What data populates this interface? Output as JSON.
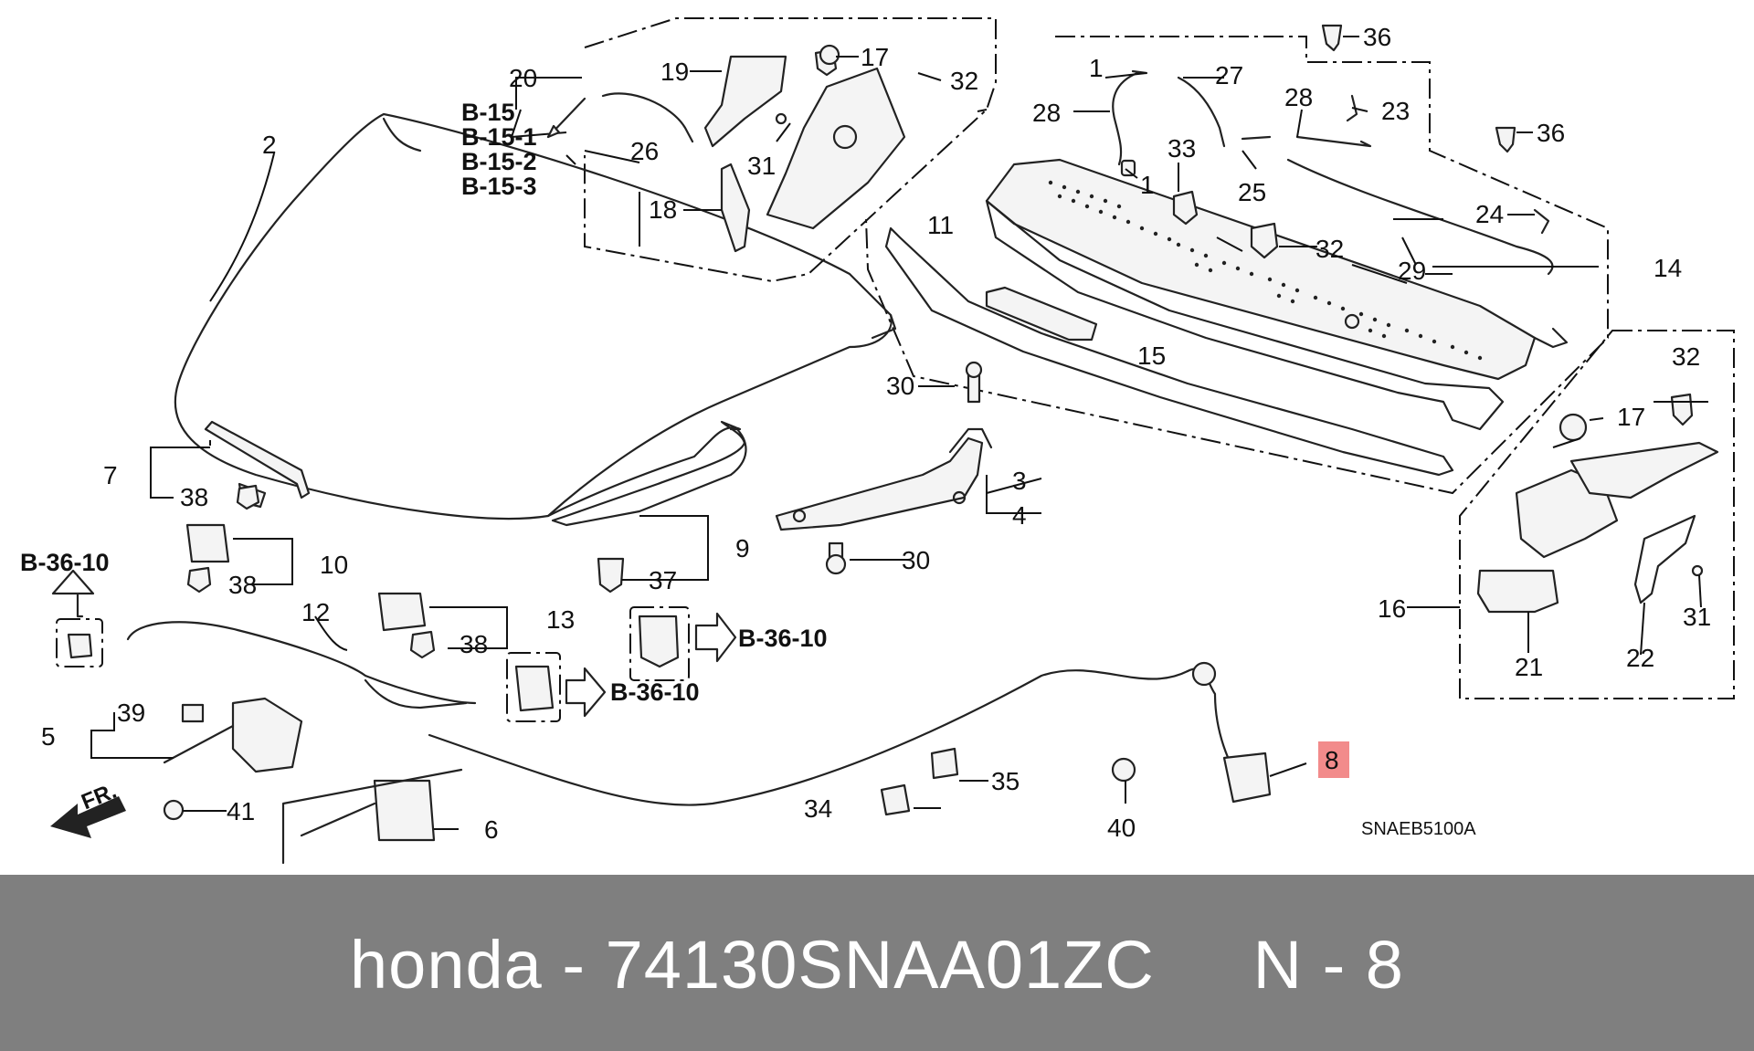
{
  "diagram": {
    "reference_labels": {
      "b15_group": [
        "B-15",
        "B-15-1",
        "B-15-2",
        "B-15-3"
      ],
      "b36_10": "B-36-10"
    },
    "part_numbers": {
      "n1a": "1",
      "n1b": "1",
      "n2": "2",
      "n3": "3",
      "n4": "4",
      "n5": "5",
      "n6": "6",
      "n7": "7",
      "n8": "8",
      "n9": "9",
      "n10": "10",
      "n11": "11",
      "n12": "12",
      "n13": "13",
      "n14": "14",
      "n15": "15",
      "n16": "16",
      "n17a": "17",
      "n17b": "17",
      "n18": "18",
      "n19": "19",
      "n20": "20",
      "n21": "21",
      "n22": "22",
      "n23": "23",
      "n24": "24",
      "n25": "25",
      "n26": "26",
      "n27": "27",
      "n28a": "28",
      "n28b": "28",
      "n29": "29",
      "n30a": "30",
      "n30b": "30",
      "n31a": "31",
      "n31b": "31",
      "n32a": "32",
      "n32b": "32",
      "n32c": "32",
      "n33": "33",
      "n34": "34",
      "n35": "35",
      "n36a": "36",
      "n36b": "36",
      "n37": "37",
      "n38a": "38",
      "n38b": "38",
      "n38c": "38",
      "n39": "39",
      "n40": "40",
      "n41": "41"
    },
    "front_indicator": "FR.",
    "diagram_code": "SNAEB5100A",
    "highlighted_part": "8",
    "highlight_color": "#f28b8b"
  },
  "footer": {
    "text": "honda - 74130SNAA01ZC     N - 8",
    "background": "#7f7f7f",
    "text_color": "#ffffff"
  }
}
